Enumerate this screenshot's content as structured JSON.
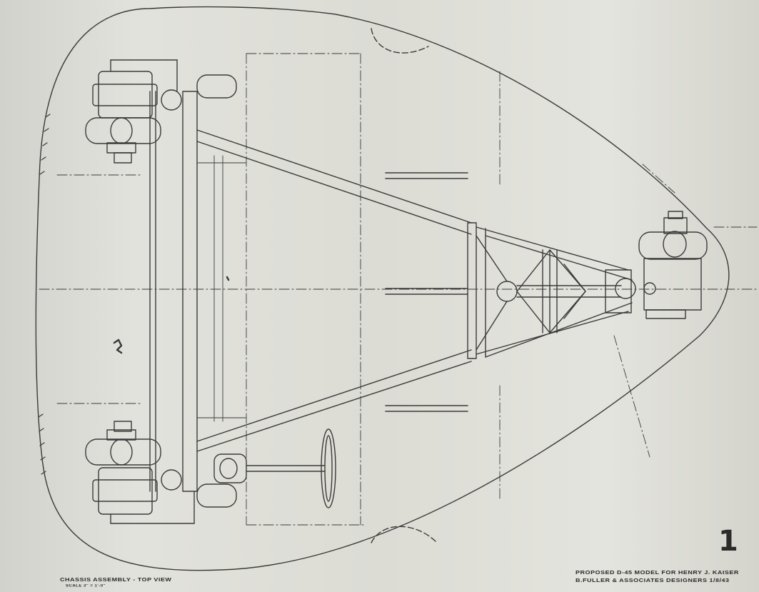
{
  "drawing": {
    "title": "CHASSIS ASSEMBLY - TOP VIEW",
    "scale_note": "SCALE  3\" = 1'-0\"",
    "credit_line_1": "PROPOSED D-45 MODEL FOR HENRY J. KAISER",
    "credit_line_2": "B.FULLER & ASSOCIATES  DESIGNERS  1/8/43",
    "sheet_number": "1"
  },
  "colors": {
    "paper": "#dcdcd6",
    "ink": "#3a3a3a"
  }
}
